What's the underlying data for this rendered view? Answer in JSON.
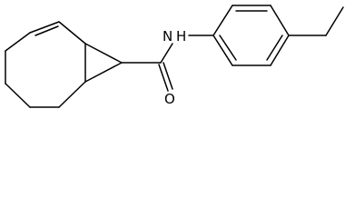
{
  "molecule": {
    "atom_labels": {
      "amide_nitrogen": "N",
      "amide_hydrogen": "H",
      "carbonyl_oxygen": "O"
    }
  },
  "colors": {
    "bond": "#000000",
    "label": "#000000",
    "background": "#ffffff"
  }
}
